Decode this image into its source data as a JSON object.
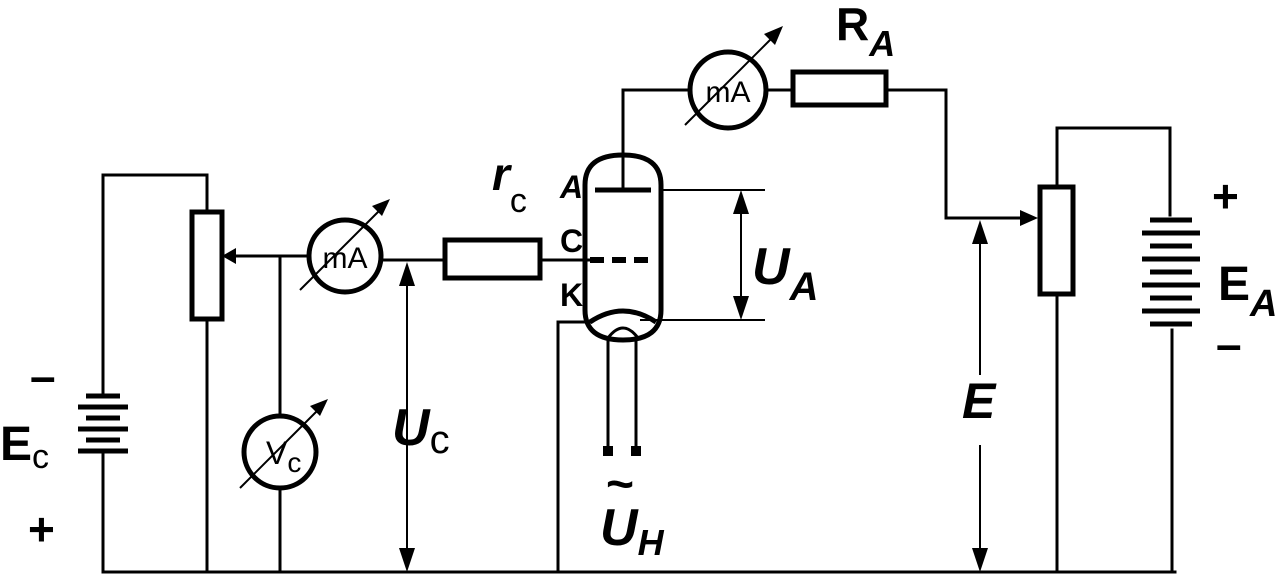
{
  "labels": {
    "ra_main": "R",
    "ra_sub": "A",
    "rc_main": "r",
    "rc_sub": "c",
    "anode": "A",
    "grid": "C",
    "cathode": "K",
    "ua_main": "U",
    "ua_sub": "A",
    "uc_main": "U",
    "uc_sub": "c",
    "uh_tilde": "~",
    "uh_main": "U",
    "uh_sub": "H",
    "e": "E",
    "ec_main": "E",
    "ec_sub": "c",
    "ec_minus": "–",
    "ec_plus": "+",
    "ea_main": "E",
    "ea_sub": "A",
    "ea_plus": "+",
    "ea_minus": "–"
  },
  "meters": {
    "anode_meter": "mA",
    "grid_meter": "mA",
    "volt_main": "V",
    "volt_sub": "c"
  }
}
